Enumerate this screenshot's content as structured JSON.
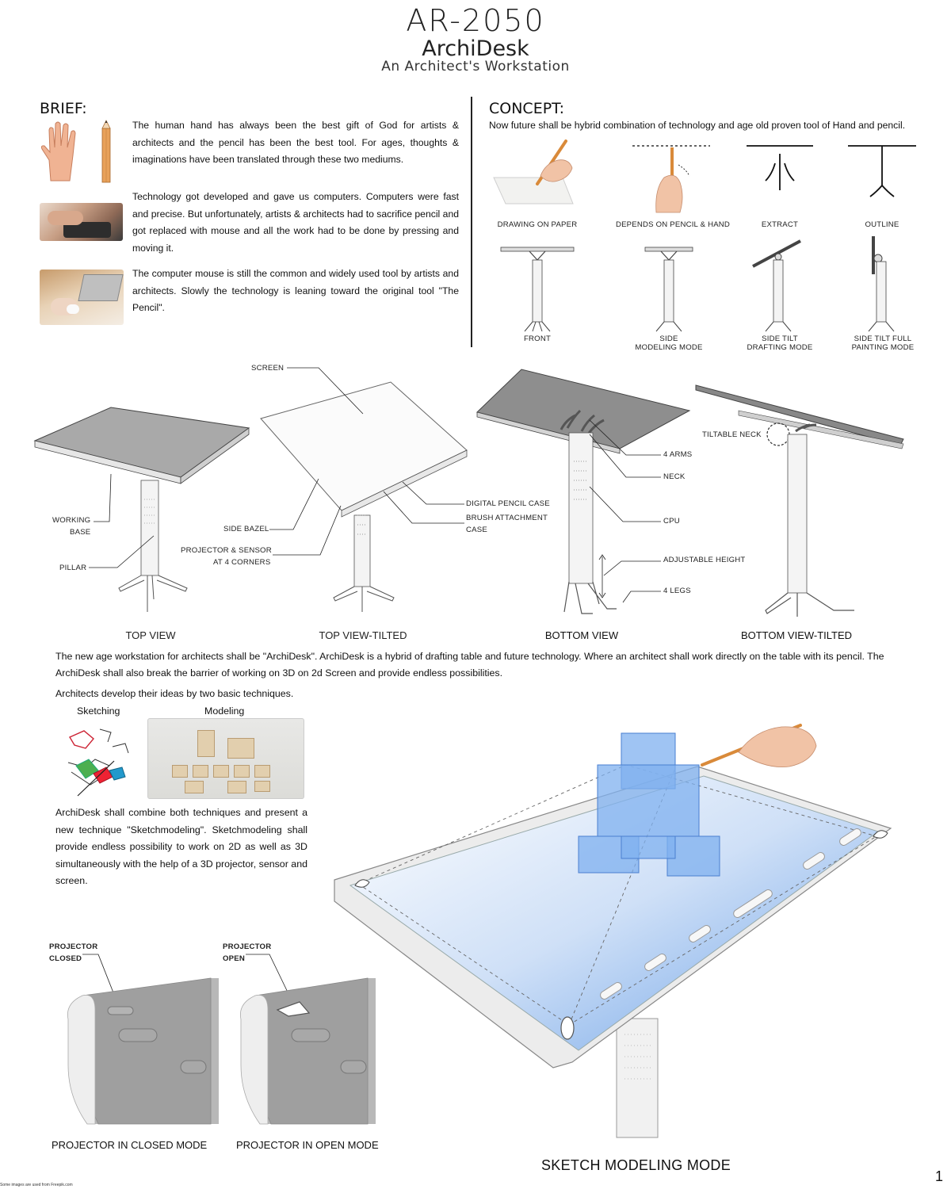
{
  "header": {
    "code": "AR-2050",
    "name": "ArchiDesk",
    "tagline": "An Architect's Workstation"
  },
  "brief": {
    "heading": "BRIEF:",
    "p1": "The human hand has always been the best gift of God for artists & architects and the pencil has been the best tool. For ages, thoughts & imaginations have been translated through these two mediums.",
    "p2": "Technology got developed and gave us computers. Computers were fast and precise. But unfortunately, artists & architects had to sacrifice pencil and got replaced with mouse and all the work had to be done by pressing and moving it.",
    "p3": "The computer mouse is still the common and widely used tool by artists and architects. Slowly the technology is leaning toward the original tool \"The Pencil\"."
  },
  "concept": {
    "heading": "CONCEPT:",
    "intro": "Now future shall be hybrid combination of technology and age old proven tool of Hand and pencil.",
    "row1": [
      "DRAWING ON PAPER",
      "DEPENDS ON PENCIL & HAND",
      "EXTRACT",
      "OUTLINE"
    ],
    "row2": [
      {
        "l1": "FRONT",
        "l2": ""
      },
      {
        "l1": "SIDE",
        "l2": "MODELING MODE"
      },
      {
        "l1": "SIDE TILT",
        "l2": "DRAFTING MODE"
      },
      {
        "l1": "SIDE TILT FULL",
        "l2": "PAINTING MODE"
      }
    ]
  },
  "views": {
    "labels": {
      "screen": "SCREEN",
      "working_base_1": "WORKING",
      "working_base_2": "BASE",
      "pillar": "PILLAR",
      "side_bazel": "SIDE BAZEL",
      "projector_1": "PROJECTOR & SENSOR",
      "projector_2": "AT 4 CORNERS",
      "pencil_case": "DIGITAL PENCIL CASE",
      "brush_1": "BRUSH ATTACHMENT",
      "brush_2": "CASE",
      "arms": "4 ARMS",
      "neck": "NECK",
      "cpu": "CPU",
      "height": "ADJUSTABLE HEIGHT",
      "legs": "4 LEGS",
      "tilt_neck": "TILTABLE NECK"
    },
    "captions": [
      "TOP VIEW",
      "TOP VIEW-TILTED",
      "BOTTOM VIEW",
      "BOTTOM VIEW-TILTED"
    ]
  },
  "body": {
    "p1": "The new age workstation for architects shall be \"ArchiDesk\". ArchiDesk is a hybrid of drafting table and future technology. Where an architect shall work directly on the table with its pencil. The ArchiDesk shall also break the barrier of working on 3D on 2d Screen and provide endless possibilities.",
    "p2": "Architects develop their ideas by two basic techniques.",
    "sketching": "Sketching",
    "modeling": "Modeling",
    "p3": "ArchiDesk shall combine both techniques and present a new technique \"Sketchmodeling\". Sketchmodeling shall provide endless possibility to work on 2D as well as 3D simultaneously with the help of a  3D projector, sensor and screen."
  },
  "projector": {
    "closed_1": "PROJECTOR",
    "closed_2": "CLOSED",
    "open_1": "PROJECTOR",
    "open_2": "OPEN",
    "cap_closed": "PROJECTOR IN CLOSED MODE",
    "cap_open": "PROJECTOR IN OPEN MODE"
  },
  "footer": {
    "mode": "SKETCH MODELING MODE",
    "page": "1",
    "credit": "Some images are used from Freepik.com"
  }
}
